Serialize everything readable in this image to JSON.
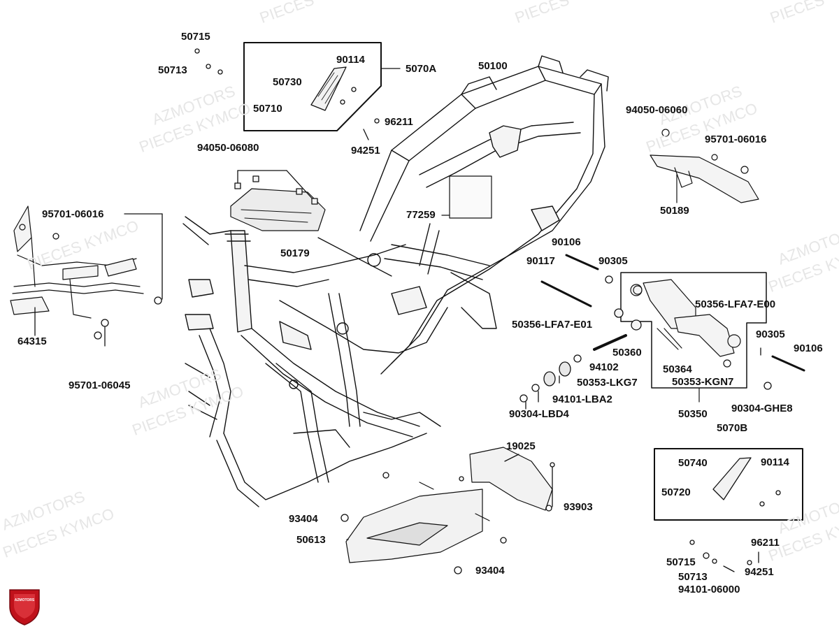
{
  "watermark": {
    "brand": "AZMOTORS",
    "line2": "PIECES KYMCO",
    "corner": "PIECES"
  },
  "logo": {
    "text": "AZMOTORS",
    "color": "#c0121b"
  },
  "colors": {
    "line": "#111111",
    "part_fill": "#f4f4f4",
    "part_shade": "#bdbdbd"
  },
  "labels": [
    {
      "id": "50715-top",
      "text": "50715"
    },
    {
      "id": "50713-top",
      "text": "50713"
    },
    {
      "id": "50730",
      "text": "50730"
    },
    {
      "id": "90114-top",
      "text": "90114"
    },
    {
      "id": "5070A",
      "text": "5070A"
    },
    {
      "id": "50710",
      "text": "50710"
    },
    {
      "id": "50100",
      "text": "50100"
    },
    {
      "id": "96211-top",
      "text": "96211"
    },
    {
      "id": "94251-top",
      "text": "94251"
    },
    {
      "id": "94050-06060",
      "text": "94050-06060"
    },
    {
      "id": "95701-06016-right",
      "text": "95701-06016"
    },
    {
      "id": "94050-06080",
      "text": "94050-06080"
    },
    {
      "id": "50189",
      "text": "50189"
    },
    {
      "id": "77259",
      "text": "77259"
    },
    {
      "id": "95701-06016-left",
      "text": "95701-06016"
    },
    {
      "id": "50179",
      "text": "50179"
    },
    {
      "id": "90106-top",
      "text": "90106"
    },
    {
      "id": "90117",
      "text": "90117"
    },
    {
      "id": "90305-top",
      "text": "90305"
    },
    {
      "id": "50356-LFA7-E00",
      "text": "50356-LFA7-E00"
    },
    {
      "id": "50356-LFA7-E01",
      "text": "50356-LFA7-E01"
    },
    {
      "id": "64315",
      "text": "64315"
    },
    {
      "id": "90305-right",
      "text": "90305"
    },
    {
      "id": "90106-right",
      "text": "90106"
    },
    {
      "id": "50360",
      "text": "50360"
    },
    {
      "id": "94102",
      "text": "94102"
    },
    {
      "id": "50364",
      "text": "50364"
    },
    {
      "id": "95701-06045",
      "text": "95701-06045"
    },
    {
      "id": "50353-LKG7",
      "text": "50353-LKG7"
    },
    {
      "id": "50353-KGN7",
      "text": "50353-KGN7"
    },
    {
      "id": "94101-LBA2",
      "text": "94101-LBA2"
    },
    {
      "id": "90304-GHE8",
      "text": "90304-GHE8"
    },
    {
      "id": "90304-LBD4",
      "text": "90304-LBD4"
    },
    {
      "id": "50350",
      "text": "50350"
    },
    {
      "id": "5070B",
      "text": "5070B"
    },
    {
      "id": "19025",
      "text": "19025"
    },
    {
      "id": "50740",
      "text": "50740"
    },
    {
      "id": "90114-bottom",
      "text": "90114"
    },
    {
      "id": "50720",
      "text": "50720"
    },
    {
      "id": "93903",
      "text": "93903"
    },
    {
      "id": "93404-left",
      "text": "93404"
    },
    {
      "id": "50613",
      "text": "50613"
    },
    {
      "id": "96211-bottom",
      "text": "96211"
    },
    {
      "id": "50715-bottom",
      "text": "50715"
    },
    {
      "id": "94251-bottom",
      "text": "94251"
    },
    {
      "id": "50713-bottom",
      "text": "50713"
    },
    {
      "id": "93404-bottom",
      "text": "93404"
    },
    {
      "id": "94101-06000",
      "text": "94101-06000"
    }
  ]
}
